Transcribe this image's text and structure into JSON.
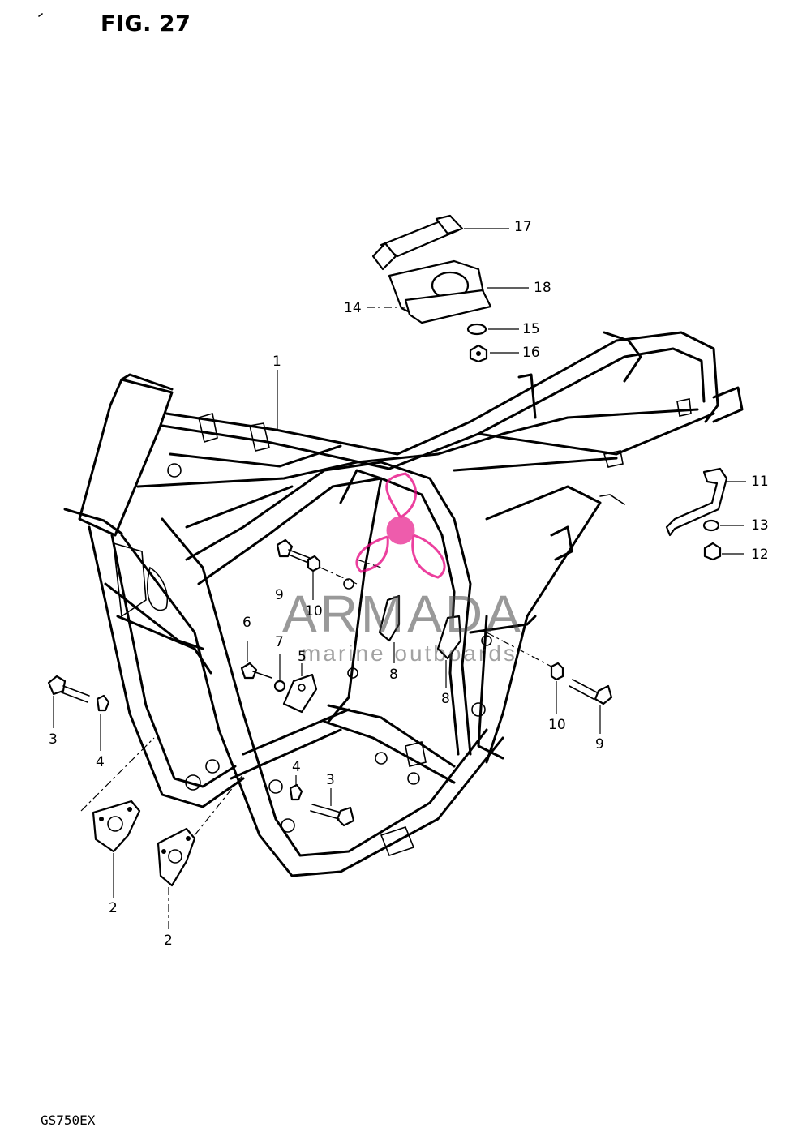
{
  "figure": {
    "title": "FIG. 27",
    "model_code": "GS750EX"
  },
  "callouts": [
    {
      "id": "c1",
      "text": "1"
    },
    {
      "id": "c2a",
      "text": "2"
    },
    {
      "id": "c2b",
      "text": "2"
    },
    {
      "id": "c3a",
      "text": "3"
    },
    {
      "id": "c3b",
      "text": "3"
    },
    {
      "id": "c4a",
      "text": "4"
    },
    {
      "id": "c4b",
      "text": "4"
    },
    {
      "id": "c5",
      "text": "5"
    },
    {
      "id": "c6",
      "text": "6"
    },
    {
      "id": "c7",
      "text": "7"
    },
    {
      "id": "c8a",
      "text": "8"
    },
    {
      "id": "c8b",
      "text": "8"
    },
    {
      "id": "c9a",
      "text": "9"
    },
    {
      "id": "c9b",
      "text": "9"
    },
    {
      "id": "c10a",
      "text": "10"
    },
    {
      "id": "c10b",
      "text": "10"
    },
    {
      "id": "c11",
      "text": "11"
    },
    {
      "id": "c12",
      "text": "12"
    },
    {
      "id": "c13",
      "text": "13"
    },
    {
      "id": "c14",
      "text": "14"
    },
    {
      "id": "c15",
      "text": "15"
    },
    {
      "id": "c16",
      "text": "16"
    },
    {
      "id": "c17",
      "text": "17"
    },
    {
      "id": "c18",
      "text": "18"
    }
  ],
  "watermark": {
    "name": "ARMADA",
    "tagline": "marine outboards",
    "logo_color": "#e6007e"
  }
}
